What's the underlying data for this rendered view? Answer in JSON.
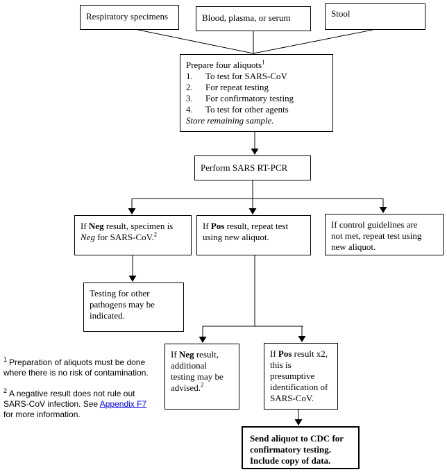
{
  "colors": {
    "line": "#000000",
    "text": "#000000",
    "link": "#0000EE",
    "background": "#ffffff"
  },
  "boxes": {
    "respiratory": {
      "label": "Respiratory specimens"
    },
    "blood": {
      "label": "Blood, plasma, or serum"
    },
    "stool": {
      "label": "Stool"
    },
    "aliquots": {
      "title": "Prepare four aliquots",
      "title_sup": "1",
      "items": [
        {
          "num": "1.",
          "text": "To test for SARS-CoV"
        },
        {
          "num": "2.",
          "text": "For repeat testing"
        },
        {
          "num": "3.",
          "text": "For confirmatory testing"
        },
        {
          "num": "4.",
          "text": "To test for other agents"
        }
      ],
      "note": "Store remaining sample."
    },
    "rtpcr": {
      "label": "Perform SARS RT-PCR"
    },
    "neg": {
      "p1": "If ",
      "b1": "Neg",
      "p2": " result, specimen is",
      "i1": "Neg",
      "p3": " for SARS-CoV.",
      "sup": "2"
    },
    "pos": {
      "p1": "If ",
      "b1": "Pos",
      "p2": " result, repeat test",
      "l2": "using new aliquot."
    },
    "control": {
      "l1": "If control guidelines are",
      "l2": "not met, repeat test using",
      "l3": "new aliquot."
    },
    "testing": {
      "l1": "Testing for other",
      "l2": "pathogens may be",
      "l3": "indicated."
    },
    "negadd": {
      "p1": "If ",
      "b1": "Neg",
      "p2": " result,",
      "l2": "additional",
      "l3": "testing may be",
      "l4": "advised.",
      "sup": "2"
    },
    "posx2": {
      "p1": "If ",
      "b1": "Pos",
      "p2": " result x2,",
      "l2": "this is",
      "l3": "presumptive",
      "l4": "identification of",
      "l5": "SARS-CoV."
    },
    "cdc": {
      "l1": "Send aliquot to CDC for",
      "l2": "confirmatory testing.",
      "l3": "Include copy of data."
    }
  },
  "footnotes": {
    "f1": {
      "sup": "1",
      "l1": "Preparation of aliquots must be done",
      "l2": "where there is no risk of contamination."
    },
    "f2": {
      "sup": "2",
      "l1": "A negative result does not rule out",
      "l2a": "SARS-CoV infection. See ",
      "link": "Appendix F7",
      "l3": "for more information."
    }
  }
}
